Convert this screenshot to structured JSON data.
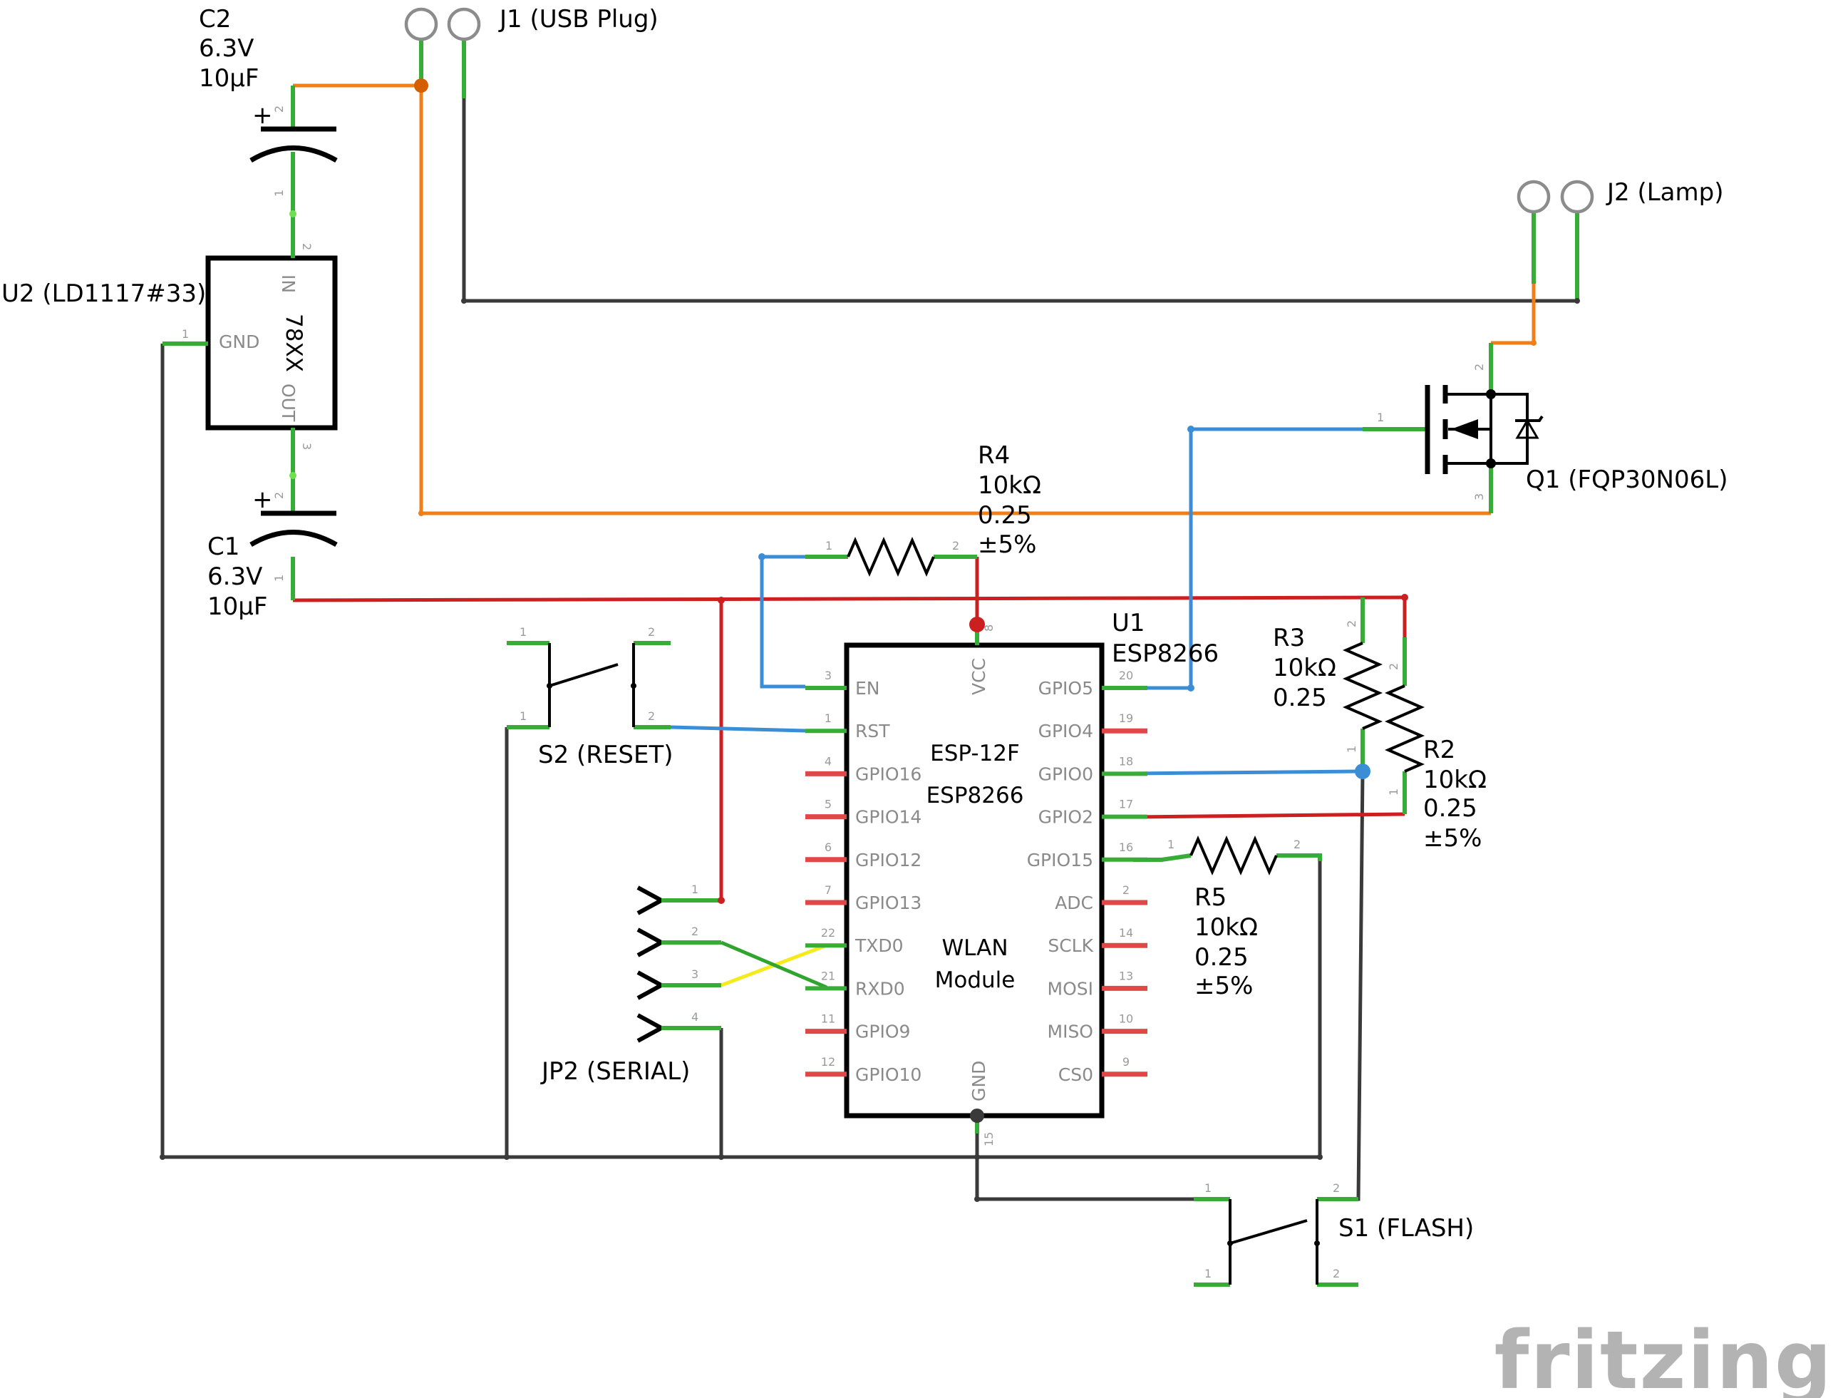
{
  "components": {
    "c2": {
      "ref": "C2",
      "voltage": "6.3V",
      "capacitance": "10µF"
    },
    "c1": {
      "ref": "C1",
      "voltage": "6.3V",
      "capacitance": "10µF"
    },
    "j1": {
      "label": "J1 (USB Plug)"
    },
    "j2": {
      "label": "J2 (Lamp)"
    },
    "u2": {
      "label": "U2 (LD1117#33)",
      "pin_in": "IN",
      "pin_gnd": "GND",
      "pin_out": "OUT",
      "body": "78XX"
    },
    "q1": {
      "label": "Q1 (FQP30N06L)"
    },
    "r4": {
      "ref": "R4",
      "value": "10kΩ",
      "power": "0.25",
      "tolerance": "±5%"
    },
    "r3": {
      "ref": "R3",
      "value": "10kΩ",
      "power": "0.25"
    },
    "r2": {
      "ref": "R2",
      "value": "10kΩ",
      "power": "0.25",
      "tolerance": "±5%"
    },
    "r5": {
      "ref": "R5",
      "value": "10kΩ",
      "power": "0.25",
      "tolerance": "±5%"
    },
    "u1": {
      "ref": "U1",
      "part": "ESP8266",
      "title1": "ESP-12F",
      "title2": "ESP8266",
      "title3": "WLAN",
      "title4": "Module",
      "pin_vcc": "VCC",
      "pin_gnd": "GND",
      "left_pins": [
        {
          "name": "EN",
          "num": "3"
        },
        {
          "name": "RST",
          "num": "1"
        },
        {
          "name": "GPIO16",
          "num": "4"
        },
        {
          "name": "GPIO14",
          "num": "5"
        },
        {
          "name": "GPIO12",
          "num": "6"
        },
        {
          "name": "GPIO13",
          "num": "7"
        },
        {
          "name": "TXD0",
          "num": "22"
        },
        {
          "name": "RXD0",
          "num": "21"
        },
        {
          "name": "GPIO9",
          "num": "11"
        },
        {
          "name": "GPIO10",
          "num": "12"
        }
      ],
      "right_pins": [
        {
          "name": "GPIO5",
          "num": "20"
        },
        {
          "name": "GPIO4",
          "num": "19"
        },
        {
          "name": "GPIO0",
          "num": "18"
        },
        {
          "name": "GPIO2",
          "num": "17"
        },
        {
          "name": "GPIO15",
          "num": "16"
        },
        {
          "name": "ADC",
          "num": "2"
        },
        {
          "name": "SCLK",
          "num": "14"
        },
        {
          "name": "MOSI",
          "num": "13"
        },
        {
          "name": "MISO",
          "num": "10"
        },
        {
          "name": "CS0",
          "num": "9"
        }
      ],
      "vcc_num": "8",
      "gnd_num": "15"
    },
    "s2": {
      "label": "S2 (RESET)"
    },
    "s1": {
      "label": "S1 (FLASH)"
    },
    "jp2": {
      "label": "JP2 (SERIAL)"
    }
  },
  "pin_numbers": {
    "one": "1",
    "two": "2",
    "three": "3",
    "four": "4"
  },
  "logo": "fritzing",
  "colors": {
    "gnd_wire": "#3a3a3a",
    "power_5v": "#f07f18",
    "power_3v3": "#cc1f1f",
    "signal": "#3b8ed6",
    "serial_tx": "#f5ea1c",
    "serial_rx": "#2fa52f",
    "pin_connected": "#37ad37",
    "pin_unconnected": "#e04848"
  }
}
